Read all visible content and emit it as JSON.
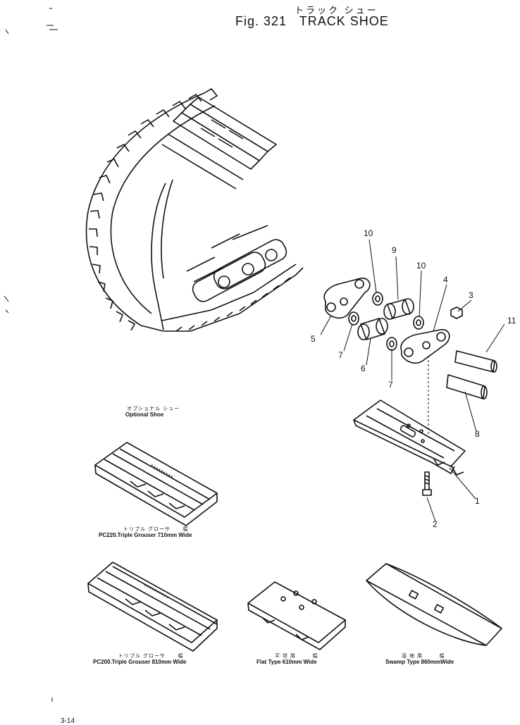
{
  "header": {
    "title_jp": "トラック シュー",
    "title": "Fig. 321   TRACK SHOE"
  },
  "optional": {
    "label_jp": "オプショナル シュー",
    "label": "Optional Shoe"
  },
  "callouts": [
    "10",
    "9",
    "10",
    "4",
    "3",
    "11",
    "5",
    "7",
    "6",
    "7",
    "8",
    "1",
    "2"
  ],
  "shoes": [
    {
      "caption_jp": "トリプル グローサ      幅",
      "caption": "PC220.Triple Grouser 710mm Wide"
    },
    {
      "caption_jp": "トリプル グローサ      幅",
      "caption": "PC200.Triple Grouser 810mm Wide"
    },
    {
      "caption_jp": "平 坦 用        幅",
      "caption": "Flat Type 610mm Wide"
    },
    {
      "caption_jp": "湿 地 用        幅",
      "caption": "Swamp Type 860mmWide"
    }
  ],
  "footer": {
    "page": "3-14"
  }
}
